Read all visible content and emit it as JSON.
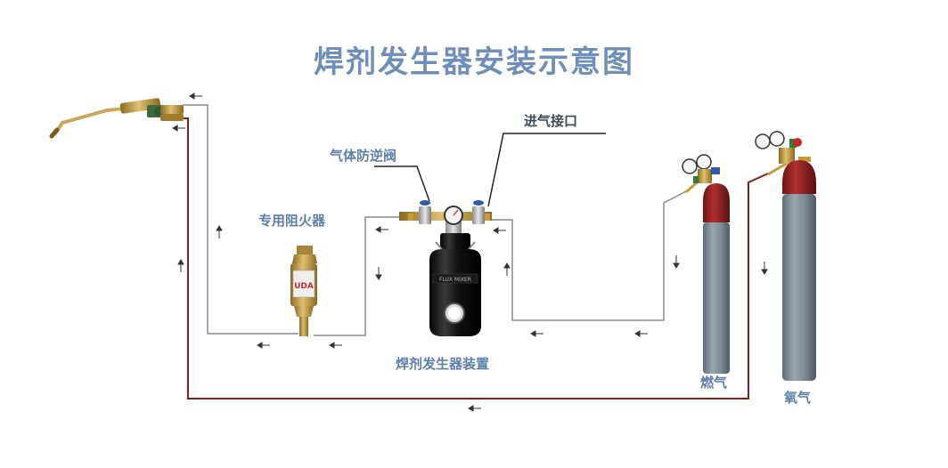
{
  "title": "焊剂发生器安装示意图",
  "labels": {
    "check_valve": "气体防逆阀",
    "inlet": "进气接口",
    "flame_arrestor": "专用阻火器",
    "generator_device": "焊剂发生器装置",
    "fuel_gas": "燃气",
    "oxygen": "氧气"
  },
  "arrestor_mark": "UDA",
  "tank_badge": "FLUX MIXER",
  "colors": {
    "title": "#6f8fb8",
    "fuel_line": "#8a8a8a",
    "oxygen_line": "#8b1a1a",
    "cylinder_body": "#7e8a94",
    "cylinder_cap": "#8b2020",
    "tank_body": "#111111",
    "brass": "#b8913a"
  },
  "icons": [
    "flow-arrow-icon",
    "pressure-gauge-icon",
    "valve-icon",
    "torch-icon"
  ]
}
